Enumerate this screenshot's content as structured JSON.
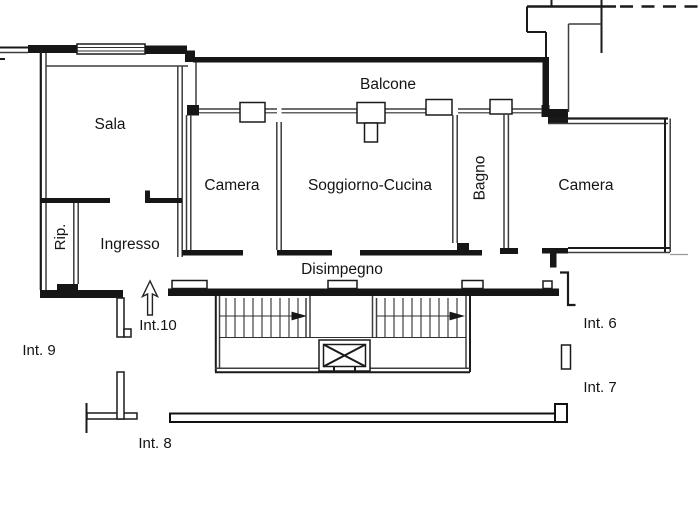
{
  "rooms": {
    "sala": "Sala",
    "balcone": "Balcone",
    "camera1": "Camera",
    "soggiorno": "Soggiorno-Cucina",
    "bagno": "Bagno",
    "camera2": "Camera",
    "rip": "Rip.",
    "ingresso": "Ingresso",
    "disimpegno": "Disimpegno"
  },
  "units": {
    "int6": "Int. 6",
    "int7": "Int. 7",
    "int8": "Int. 8",
    "int9": "Int. 9",
    "int10": "Int.10"
  },
  "icons": {
    "elevator": "elevator-crossed-box",
    "entry_arrow": "up-arrow",
    "stair_direction_left_flight": "right-arrow",
    "stair_direction_right_flight": "right-arrow"
  },
  "colors": {
    "wall": "#1a1a1a",
    "inner_wall": "#3d3d3d",
    "background": "#ffffff",
    "text": "#141414"
  }
}
